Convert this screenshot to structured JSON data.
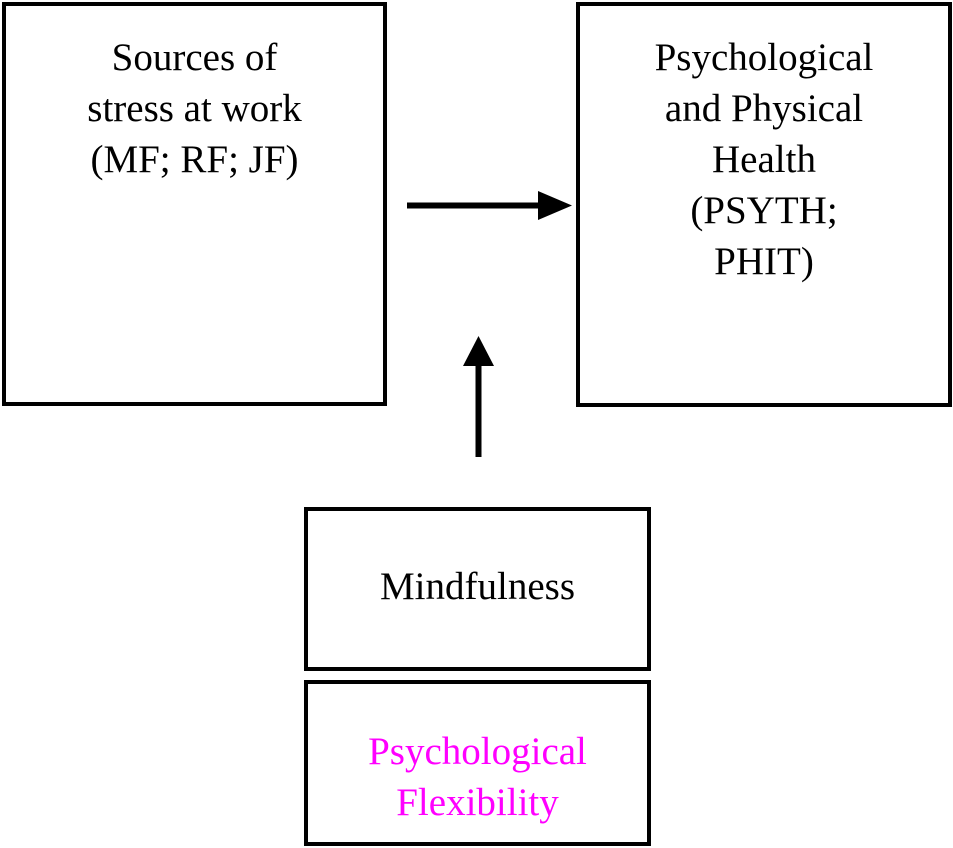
{
  "diagram": {
    "type": "conceptual-model",
    "background_color": "#ffffff",
    "line_color": "#000000",
    "nodes": [
      {
        "id": "stress",
        "label": "Sources of\nstress at work\n(MF; RF; JF)",
        "text_color": "#000000",
        "border_color": "#000000",
        "fill_color": "#ffffff",
        "role": "predictor"
      },
      {
        "id": "health",
        "label": "Psychological\nand Physical\nHealth\n(PSYTH;\nPHIT)",
        "text_color": "#000000",
        "border_color": "#000000",
        "fill_color": "#ffffff",
        "role": "outcome"
      },
      {
        "id": "mindfulness",
        "label": "Mindfulness",
        "text_color": "#000000",
        "border_color": "#000000",
        "fill_color": "#ffffff",
        "role": "moderator"
      },
      {
        "id": "flexibility",
        "label": "Psychological\nFlexibility",
        "text_color": "#ff00ff",
        "border_color": "#000000",
        "fill_color": "#ffffff",
        "role": "moderator"
      }
    ],
    "edges": [
      {
        "id": "stress-to-health",
        "from": "stress",
        "to": "health",
        "direction": "right",
        "style": "solid-filled-arrowhead",
        "color": "#000000"
      },
      {
        "id": "moderator-to-health",
        "from": "mindfulness-flexibility",
        "to": "health",
        "direction": "up",
        "style": "solid-filled-arrowhead",
        "color": "#000000"
      }
    ]
  }
}
